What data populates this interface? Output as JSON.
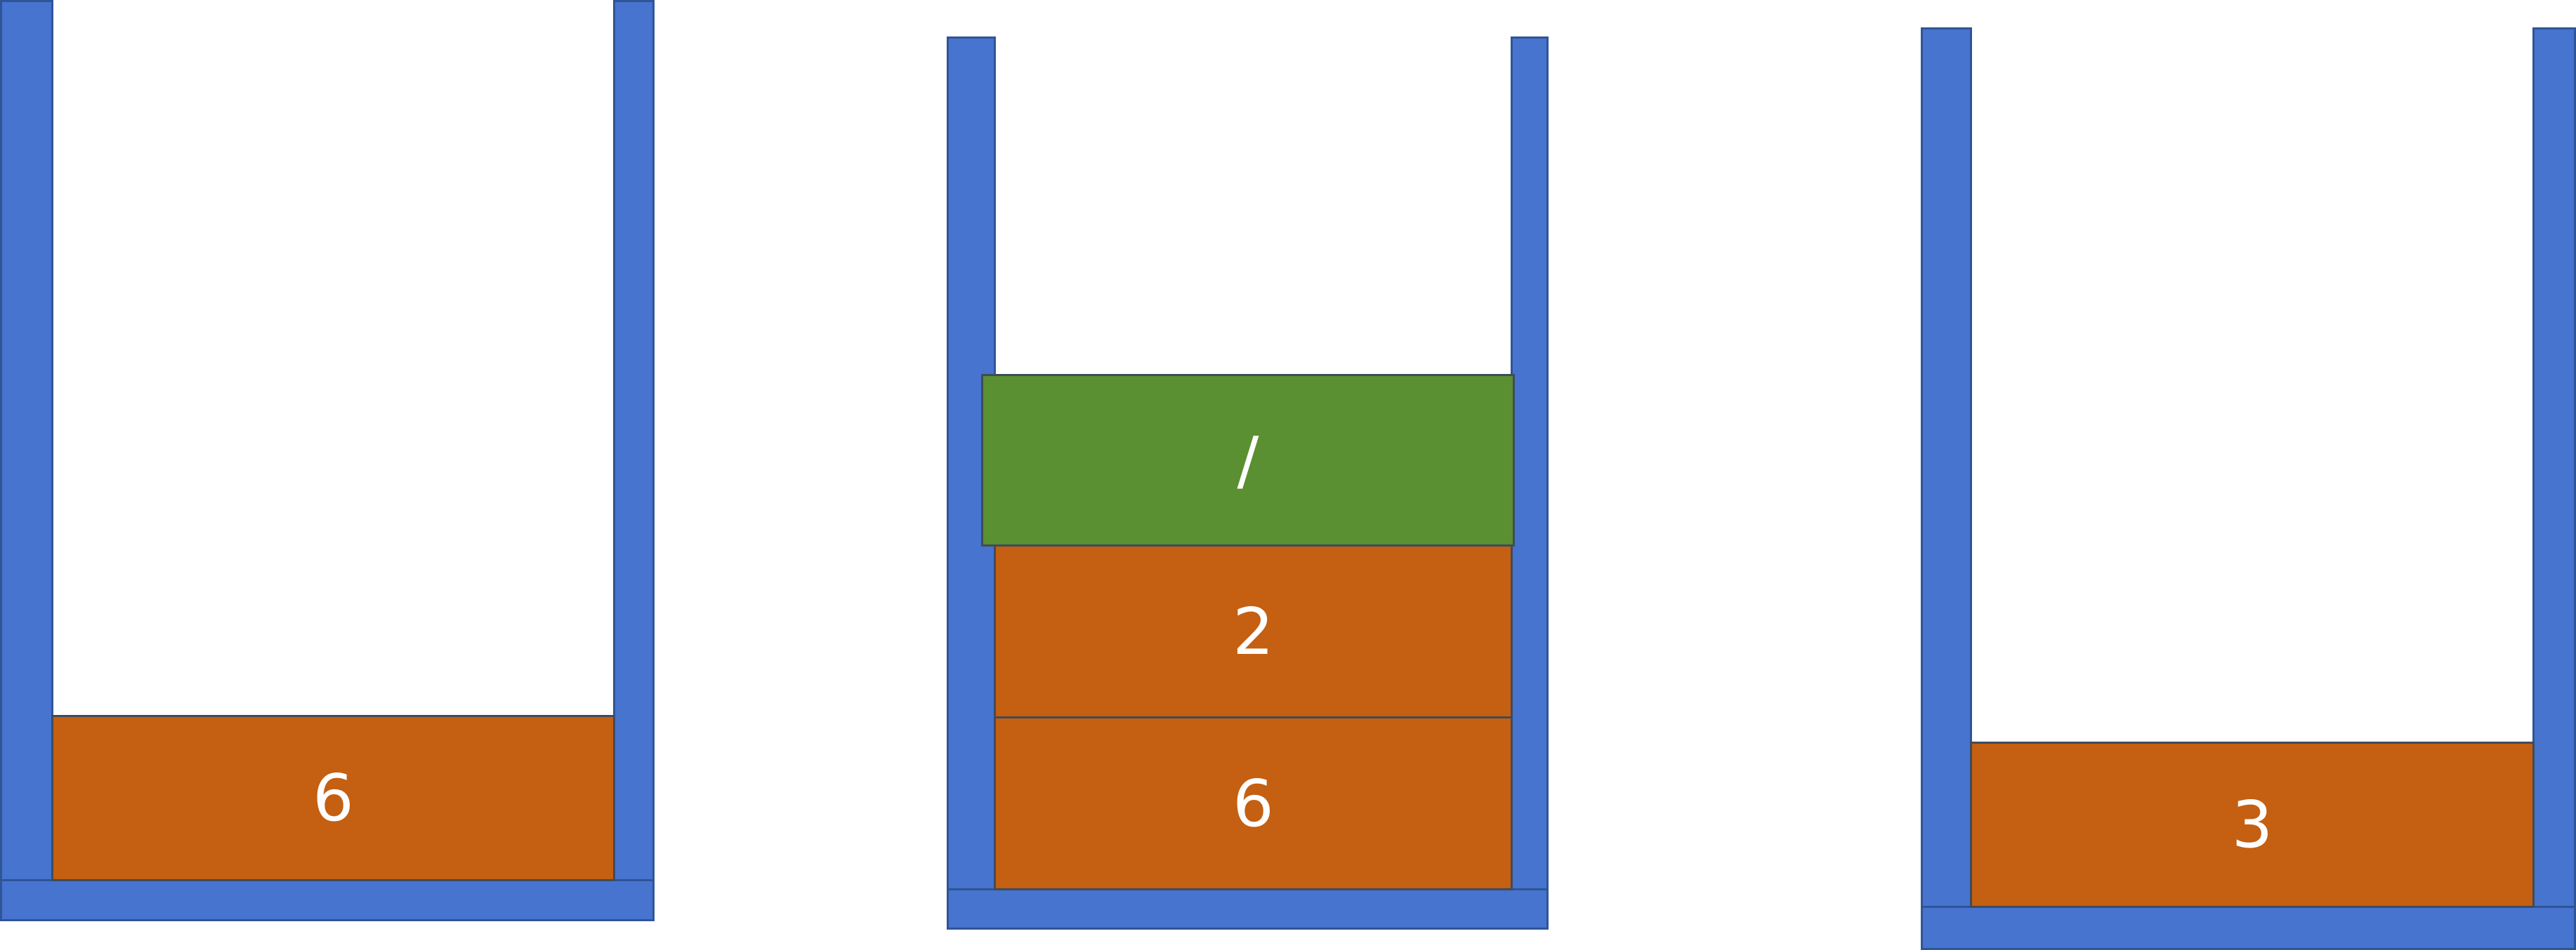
{
  "colors": {
    "container": "#4674cf",
    "container_border": "#2f5597",
    "operand_block": "#c55f11",
    "operator_block": "#5a8f32",
    "block_border": "#404b5a",
    "label_text": "#ffffff"
  },
  "stacks": [
    {
      "blocks": [
        {
          "label": "6",
          "kind": "operand"
        }
      ]
    },
    {
      "blocks": [
        {
          "label": "/",
          "kind": "operator"
        },
        {
          "label": "2",
          "kind": "operand"
        },
        {
          "label": "6",
          "kind": "operand"
        }
      ]
    },
    {
      "blocks": [
        {
          "label": "3",
          "kind": "operand"
        }
      ]
    }
  ]
}
